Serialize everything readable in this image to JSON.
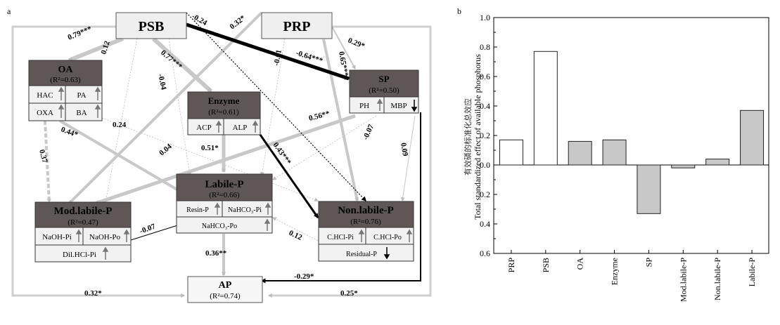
{
  "panel_a": {
    "panel_label": "a",
    "nodes": {
      "psb": {
        "title": "PSB"
      },
      "prp": {
        "title": "PRP"
      },
      "oa": {
        "title": "OA",
        "r2": "(R²=0.63)",
        "subs": [
          "HAC",
          "PA",
          "OXA",
          "BA"
        ]
      },
      "enzyme": {
        "title": "Enzyme",
        "r2": "(R²=0.61)",
        "subs": [
          "ACP",
          "ALP"
        ]
      },
      "sp": {
        "title": "SP",
        "r2": "(R²=0.50)",
        "subs": [
          "PH",
          "MBP"
        ]
      },
      "labile": {
        "title": "Labile-P",
        "r2": "(R²=0.66)",
        "subs": [
          "Resin-P",
          "NaHCO₃-Pi",
          "NaHCO₃-Po"
        ]
      },
      "mod": {
        "title": "Mod.labile-P",
        "r2": "(R²=0.47)",
        "subs": [
          "NaOH-Pi",
          "NaOH-Po",
          "Dil.HCl-Pi"
        ]
      },
      "nonlab": {
        "title": "Non.labile-P",
        "r2": "(R²=0.76)",
        "subs": [
          "C.HCl-Pi",
          "C.HCl-Po",
          "Residual-P"
        ]
      },
      "ap": {
        "title": "AP",
        "r2": "(R²=0.74)"
      }
    },
    "path_labels": [
      "0.79***",
      "0.12",
      "0.77***",
      "-0.04",
      "-0.24",
      "0.32*",
      "0.29*",
      "-0.64***",
      "0.65***",
      "-0.01",
      "0.56**",
      "-0.07",
      "0.09",
      "0.24",
      "0.44*",
      "0.37",
      "0.04",
      "0.51*",
      "0.43***",
      "-0.07",
      "0.12",
      "0.36**",
      "-0.29*",
      "0.32*",
      "0.25*"
    ]
  },
  "chart_data": {
    "panel_label": "b",
    "type": "bar",
    "categories": [
      "PRP",
      "PSB",
      "OA",
      "Enzyme",
      "SP",
      "Mod.labile-P",
      "Non.labile-P",
      "Labile-P"
    ],
    "values": [
      0.17,
      0.77,
      0.16,
      0.17,
      -0.33,
      -0.02,
      0.04,
      0.37
    ],
    "bar_fill": [
      "#ffffff",
      "#ffffff",
      "#c8c8c8",
      "#c8c8c8",
      "#c8c8c8",
      "#c8c8c8",
      "#c8c8c8",
      "#c8c8c8"
    ],
    "ylabel_cn": "有效磷的标准化总效应",
    "ylabel": "Total standardized effect of available phosphorus",
    "ylim": [
      -0.6,
      1.0
    ],
    "yticks": [
      "1.0",
      "0.8",
      "0.6",
      "0.4",
      "0.2",
      "0.0",
      "0.2",
      "0.4",
      "0.6"
    ],
    "grid": false
  },
  "colors": {
    "header_fill": "#5e5756",
    "box_fill": "#ececec",
    "sub_fill": "#f2f2f2",
    "arrow_grey": "#c4c4c4"
  }
}
